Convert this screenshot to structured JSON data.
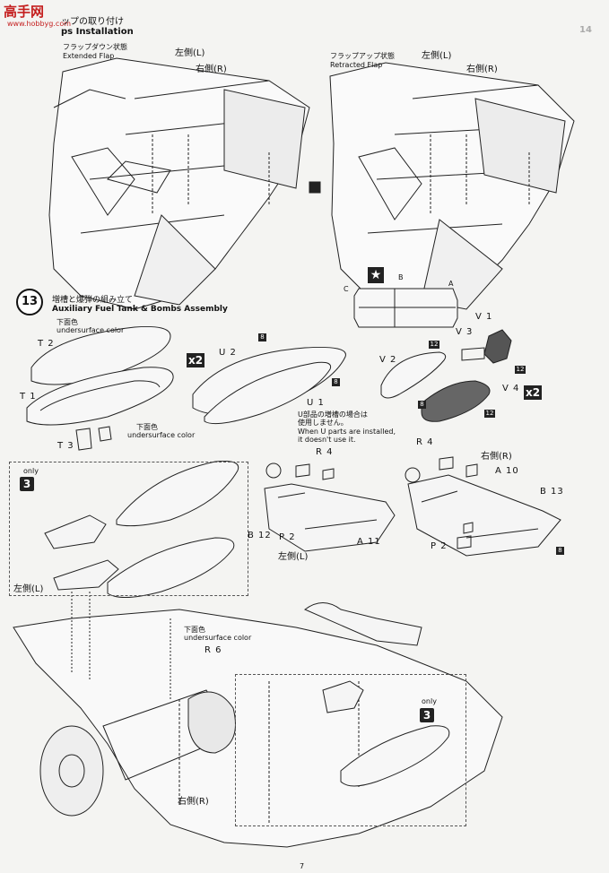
{
  "watermark": {
    "cn": "高手网",
    "url": "www.hobbyg.com"
  },
  "header": {
    "jp": "ップの取り付け",
    "en": "ps Installation",
    "right_num": "14"
  },
  "flap_left": {
    "jp": "フラップダウン状態",
    "en": "Extended Flap",
    "left": "左側(L)",
    "right": "右側(R)"
  },
  "flap_right": {
    "jp": "フラップアップ状態",
    "en": "Retracted Flap",
    "left": "左側(L)",
    "right": "右側(R)"
  },
  "step13": {
    "num": "13",
    "jp": "増槽と爆弾の組み立て",
    "en": "Auxiliary Fuel Tank & Bombs Assembly"
  },
  "parts": {
    "T2": "T 2",
    "T1": "T 1",
    "T3": "T 3",
    "U2": "U 2",
    "U1": "U 1",
    "V1": "V 1",
    "V2": "V 2",
    "V3": "V 3",
    "V4": "V 4",
    "A10": "A 10",
    "A11": "A 11",
    "B12": "B 12",
    "B13": "B 13",
    "R4a": "R 4",
    "R4b": "R 4",
    "R6": "R 6",
    "P2a": "P 2",
    "P2b": "P 2",
    "C": "C",
    "B": "B",
    "A": "A"
  },
  "counts": {
    "eight": "8",
    "twelve": "12",
    "x2": "x2"
  },
  "undersurface": {
    "jp": "下面色",
    "en": "undersurface color"
  },
  "u_note": {
    "jp1": "U部品の増槽の場合は",
    "jp2": "使用しません。",
    "en1": "When U parts are installed,",
    "en2": "it doesn't use it."
  },
  "only": {
    "word": "only",
    "num": "3"
  },
  "side_labels": {
    "left": "左側(L)",
    "right": "右側(R)"
  },
  "page_footer": "7"
}
